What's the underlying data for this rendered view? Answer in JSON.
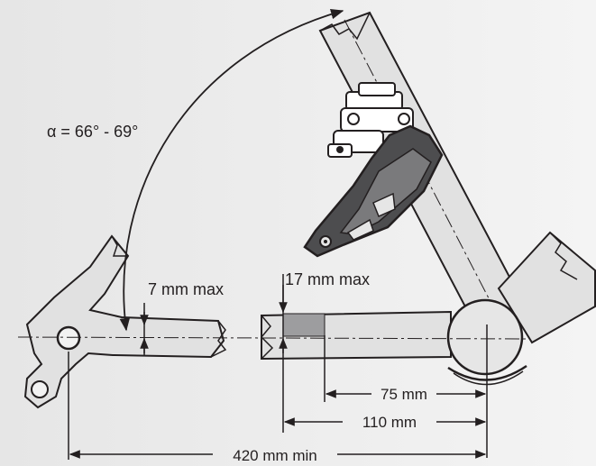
{
  "labels": {
    "angle": "α = 66° - 69°",
    "chainstay_offset": "7 mm max",
    "seattube_offset": "17 mm max",
    "dim_75": "75 mm",
    "dim_110": "110 mm",
    "dim_420": "420 mm min"
  },
  "colors": {
    "background": "#ececec",
    "frame_fill": "#e1e1e1",
    "outline": "#231f20",
    "derailleur_dark": "#4d4d4f",
    "derailleur_mid": "#7a7a7c",
    "highlight": "#9d9d9f"
  }
}
